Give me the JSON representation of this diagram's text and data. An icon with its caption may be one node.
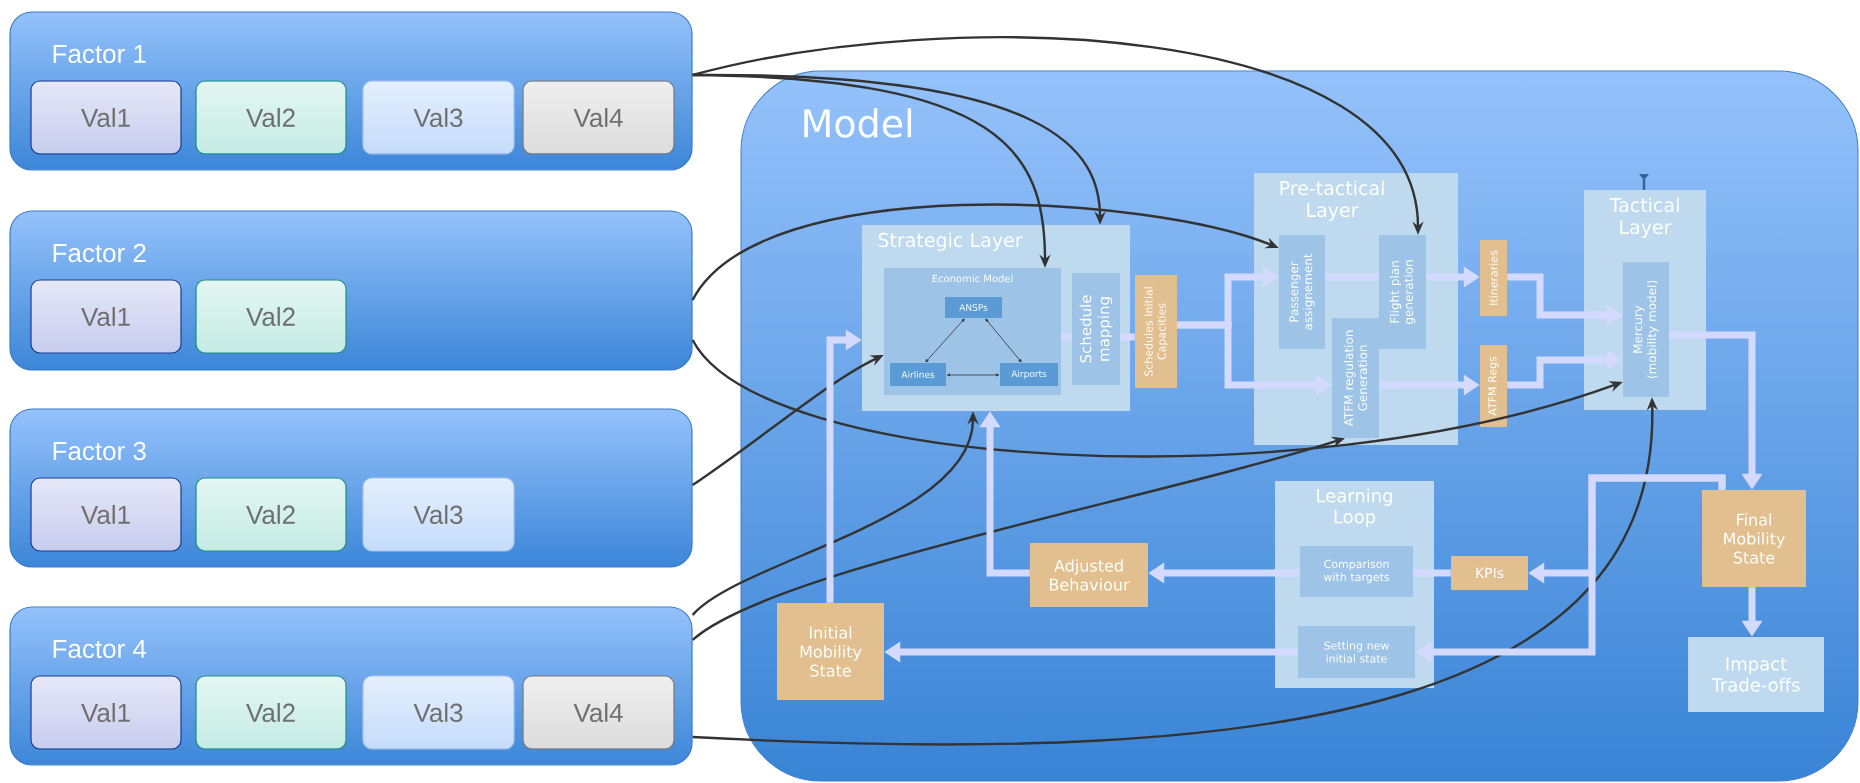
{
  "diagram": {
    "nodes": [
      {
        "text": [
          "Factor 1"
        ]
      },
      {
        "text": [
          "Val1"
        ],
        "in": 0
      },
      {
        "text": [
          "Val2"
        ],
        "in": 0
      },
      {
        "text": [
          "Val3"
        ],
        "in": 0
      },
      {
        "text": [
          "Val4"
        ],
        "in": 0
      },
      {
        "text": [
          "Factor 2"
        ]
      },
      {
        "text": [
          "Val1"
        ],
        "in": 5
      },
      {
        "text": [
          "Val2"
        ],
        "in": 5
      },
      {
        "text": [
          "Factor 3"
        ]
      },
      {
        "text": [
          "Val1"
        ],
        "in": 8
      },
      {
        "text": [
          "Val2"
        ],
        "in": 8
      },
      {
        "text": [
          "Val3"
        ],
        "in": 8
      },
      {
        "text": [
          "Factor 4"
        ]
      },
      {
        "text": [
          "Val1"
        ],
        "in": 12
      },
      {
        "text": [
          "Val2"
        ],
        "in": 12
      },
      {
        "text": [
          "Val3"
        ],
        "in": 12
      },
      {
        "text": [
          "Val4"
        ],
        "in": 12
      },
      {
        "text": [
          "Model"
        ]
      },
      {
        "text": [
          "Strategic Layer"
        ],
        "in": 17
      },
      {
        "text": [
          "Economic Model"
        ],
        "in": 18
      },
      {
        "text": [
          "ANSPs"
        ],
        "in": 19
      },
      {
        "text": [
          "Airlines"
        ],
        "in": 19
      },
      {
        "text": [
          "Airports"
        ],
        "in": 19
      },
      {
        "text": [
          "Schedule mapping"
        ],
        "in": 18
      },
      {
        "text": [
          "Schedules Initial Capacities"
        ],
        "in": 17
      },
      {
        "text": [
          "Pre-tactical Layer"
        ],
        "in": 17
      },
      {
        "text": [
          "Passenger assignement"
        ],
        "in": 25
      },
      {
        "text": [
          "Flight plan generation"
        ],
        "in": 25
      },
      {
        "text": [
          "ATFM regulation Generation"
        ],
        "in": 25
      },
      {
        "text": [
          "Itineraries"
        ],
        "in": 17
      },
      {
        "text": [
          "ATFM Regs"
        ],
        "in": 17
      },
      {
        "text": [
          "Tactical Layer"
        ],
        "in": 17
      },
      {
        "text": [
          "Mercury (mobility model)"
        ],
        "in": 31
      },
      {
        "text": [
          "Learning Loop"
        ],
        "in": 17
      },
      {
        "text": [
          "Comparison with targets"
        ],
        "in": 33
      },
      {
        "text": [
          "Setting new initial state"
        ],
        "in": 33
      },
      {
        "text": [
          "KPIs"
        ],
        "in": 17
      },
      {
        "text": [
          "Adjusted Behaviour"
        ],
        "in": 17
      },
      {
        "text": [
          "Initial Mobility State"
        ],
        "in": 17
      },
      {
        "text": [
          "Final Mobility State"
        ],
        "in": 17
      },
      {
        "text": [
          "Impact Trade-offs"
        ],
        "in": 17
      }
    ],
    "edges": [
      {
        "from": 0,
        "to": 19,
        "arrow": "to",
        "color": "#333333"
      },
      {
        "from": 0,
        "to": 18,
        "arrow": "to",
        "color": "#333333"
      },
      {
        "from": 0,
        "to": 27,
        "arrow": "to",
        "color": "#333333"
      },
      {
        "from": 5,
        "to": 26,
        "arrow": "to",
        "color": "#333333"
      },
      {
        "from": 5,
        "to": 32,
        "arrow": "to",
        "color": "#333333"
      },
      {
        "from": 8,
        "to": 19,
        "arrow": "to",
        "color": "#333333"
      },
      {
        "from": 12,
        "to": 18,
        "arrow": "to",
        "color": "#333333"
      },
      {
        "from": 12,
        "to": 28,
        "arrow": "to",
        "color": "#333333"
      },
      {
        "from": 12,
        "to": 32,
        "arrow": "to",
        "color": "#333333"
      },
      {
        "from": 20,
        "to": 21,
        "arrow": "both",
        "color": "#333333"
      },
      {
        "from": 20,
        "to": 22,
        "arrow": "both",
        "color": "#333333"
      },
      {
        "from": 21,
        "to": 22,
        "arrow": "both",
        "color": "#333333"
      },
      {
        "from": 38,
        "to": 18,
        "arrow": "to"
      },
      {
        "from": 19,
        "to": 23,
        "arrow": "none"
      },
      {
        "from": 23,
        "to": 24,
        "arrow": "none"
      },
      {
        "from": 24,
        "to": 26,
        "arrow": "to"
      },
      {
        "from": 24,
        "to": 28,
        "arrow": "to"
      },
      {
        "from": 26,
        "to": 27,
        "arrow": "none"
      },
      {
        "from": 27,
        "to": 29,
        "arrow": "to"
      },
      {
        "from": 28,
        "to": 30,
        "arrow": "to"
      },
      {
        "from": 29,
        "to": 32,
        "arrow": "to"
      },
      {
        "from": 30,
        "to": 32,
        "arrow": "to"
      },
      {
        "from": 32,
        "to": 39,
        "arrow": "to"
      },
      {
        "from": 39,
        "to": 40,
        "arrow": "to"
      },
      {
        "from": 39,
        "to": 36,
        "arrow": "to"
      },
      {
        "from": 39,
        "to": 35,
        "arrow": "to"
      },
      {
        "from": 36,
        "to": 34,
        "arrow": "none"
      },
      {
        "from": 34,
        "to": 37,
        "arrow": "to"
      },
      {
        "from": 37,
        "to": 18,
        "arrow": "to"
      },
      {
        "from": 35,
        "to": 38,
        "arrow": "to"
      }
    ]
  }
}
